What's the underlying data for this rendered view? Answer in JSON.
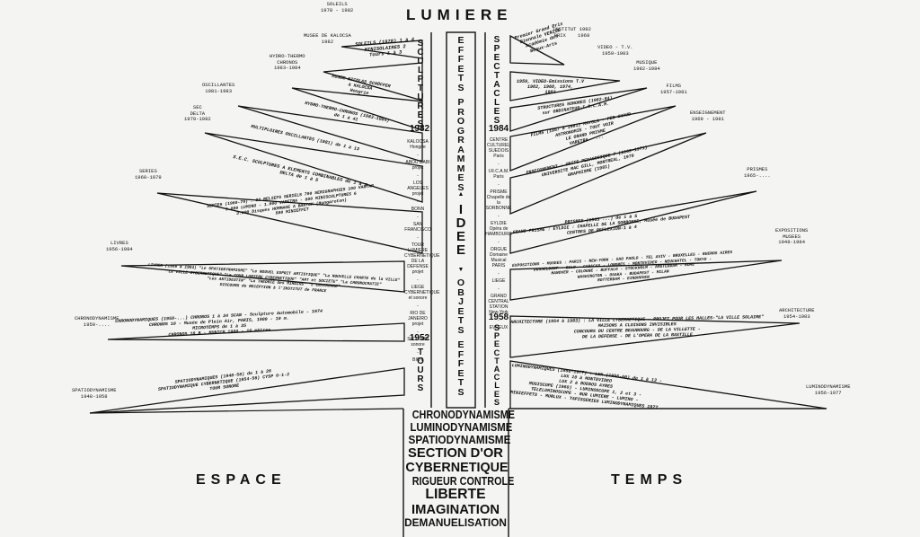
{
  "header": {
    "title": "LUMIERE"
  },
  "footer": {
    "left": "ESPACE",
    "right": "TEMPS"
  },
  "center": {
    "column_top": [
      "E",
      "F",
      "F",
      "E",
      "T",
      "S",
      "",
      "P",
      "R",
      "O",
      "G",
      "R",
      "A",
      "M",
      "M",
      "E",
      "S"
    ],
    "idee": [
      "I",
      "D",
      "E",
      "E"
    ],
    "column_bottom": [
      "O",
      "B",
      "J",
      "E",
      "T",
      "S",
      "",
      "E",
      "F",
      "F",
      "E",
      "T",
      "S"
    ],
    "triangle_up": "▲",
    "triangle_down": "▼"
  },
  "left_column": {
    "sculptures": [
      "S",
      "C",
      "U",
      "L",
      "P",
      "T",
      "U",
      "R",
      "E",
      "S"
    ],
    "tours": [
      "T",
      "O",
      "U",
      "R",
      "S"
    ],
    "year_top": "1982",
    "year_bottom": "1952",
    "places": [
      "KALOCSA Hongrie",
      "ABOU DABI projet",
      "LOS ANGELES projet",
      "BONN",
      "SAN FRANCISCO",
      "TOUR LUMIERE CYBERNETIQUE DE LA DEFENSE projet",
      "LIEGE CYBERNETIQUE et sonore",
      "RIO DE JANEIRO projet",
      "St CLOUD sonore",
      "BIOT"
    ]
  },
  "right_column": {
    "spectacles_top": [
      "S",
      "P",
      "E",
      "C",
      "T",
      "A",
      "C",
      "L",
      "E",
      "S"
    ],
    "spectacles_bottom": [
      "S",
      "P",
      "E",
      "C",
      "T",
      "A",
      "C",
      "L",
      "E",
      "S"
    ],
    "year_top": "1984",
    "year_bottom": "1958",
    "places": [
      "CENTRE CULTUREL SUEDOIS Paris",
      "I.R.C.A.M. Paris",
      "PRISME Chapelle de la SORBONNE",
      "EYLDIE Opéra de HAMBOURG",
      "ORGUE Domaine Musical PARIS",
      "LIEGE",
      "GRAND CENTRAL STATION New-York",
      "EVREUX"
    ]
  },
  "left_branches": [
    {
      "label": "SOLEILS\n1978 - 1982",
      "text": "SOLEILS (1978) 1 à 4\nMINISOLAIRES 2\nTours 1 à 3"
    },
    {
      "label": "MUSEE DE KALOCSA\n1982",
      "text": "MUSEE NICOLAS SCHÖFFER\nà KALOCSA\nHongrie"
    },
    {
      "label": "HYDRO-THERMO\nCHRONOS\n1983-1984",
      "text": "HYDRO-THERMO-CHRONOS (1983-1984)\nde 1 à 41"
    },
    {
      "label": "OSCILLANTES\n1981-1983",
      "text": "MULTIPLOIRES OSCILLANTES (1981) de 1 à 13"
    },
    {
      "label": "SEC\nDELTA\n1979-1982",
      "text": "S.E.C. SCULPTURES A ELEMENTS COMBINABLES de 1 à 5\nDELTA de 1 à 5"
    },
    {
      "label": "SERIES\n1960-1979",
      "text": "SERIES (1960-79) : 32 RELIEFS SERIELS 700 SERIGRAPHIES 100 VARTAP\n9.000 LUMINO - 1.000 VARETRA - 600 MINISCULPTURES 6\n3.000 Disques HOMMAGE A BARTOK (Hungaroton)\n500 MINIEFFET"
    },
    {
      "label": "LIVRES\n1956-1984",
      "text": "LIVRES (1956 à 1984) \"Le SPATIODYNAMISME\" \"Le NOUVEL ESPRIT ARTISTIQUE\" \"La NOUVELLE CHARTE de la VILLE\"\n\"La VILLE CYBERNETIQUE\" \"Le TOUR LUMIERE CYBERNETIQUE\" \"ART et SOCIETE\" \"La CHRONOCRATIE\"\n\"Les ANTIDESTIN\" \"La THEORIE des MIROIRS\" \"L'ENVIRONNE\"\nDISCOURS de RECEPTION à l'INSTITUT de FRANCE"
    },
    {
      "label": "CHRONODYNAMISME\n1959-....",
      "text": "CHRONODYNAMIQUES (1959-...) CHRONOS 1 à 34 SCAN - Sculpture Automobile - 1974\nCHRONOS 10 - Musée de Plein Air, PARIS, 1980 - 10 m.\nMICROTEMPS de 1 à 35\nCHRONOS 10 B - MUNICH 1980 - 16 mètres"
    },
    {
      "label": "SPATIODYNAMISME\n1948-1958",
      "text": "SPATIODYNAMIQUES (1948-58) de 1 à 26\nSPATIODYNAMIQUE CYBERNETIQUE (1954-56) CYSP 0-1-2\nTOUR SONORE"
    }
  ],
  "right_branches": [
    {
      "label": "INSTITUT 1982\nPRIX    1968",
      "text": "Premier Grand Prix\nBiennale VENISE\nAcadémie des\nBeaux-Arts"
    },
    {
      "label": "VIDEO - T.V.\n1959-1983",
      "text": "1959, VIDEO-Emissions T.V\n1982, 1968, 1974,\n1983"
    },
    {
      "label": "MUSIQUE\n1982-1984",
      "text": "STRUCTURES SONORES (1982-84)\nsur ORDINATEUR-I.R.C.A.M."
    },
    {
      "label": "FILMS\n1957-1981",
      "text": "FILMS (1957 à 1981) MAYOLA - FER CHAUD -\nASTRONOMIE - TOUT VOIR\nLE GRAND PRISME\nVARETRA - ..."
    },
    {
      "label": "ENSEIGNEMENT\n1969 - 1981",
      "text": "ENSEIGNEMENT : UNITE PEDAGOGIQUE 7 (1969-1971)\nUNIVERSITE MAC GILL, MONTREAL, 1970\nGRAPHISME (1981)"
    },
    {
      "label": "PRISMES\n1965-....",
      "text": "PRISMES (1965 ...) de 1 à 5\nGRAND PRISME : EYLDIE : CHAPELLE DE LA SORBONNE, Musée de BUDAPEST\nCENTRES DE REFLEXION-1 à 4"
    },
    {
      "label": "EXPOSITIONS\nMUSEES\n1948-1984",
      "text": "EXPOSITIONS - MUSEES : PARIS - NEW-YORK - SAO PAOLO - TEL AVIV - BRUXELLES - BUENOS AIRES\nDUSSELDORF - OSLO - CARACAS - LONDRES - MONTEVIDEO - NEUCHATEL - TOKYO -\nHANOVER - COLOGNE - BUFFALO - STOCKHOLM - AMSTERDAM - ROME\nWASHINGTON - OSAKA - BUDAPEST - MILAN\nROTTERDAM - EINDHOVEN"
    },
    {
      "label": "ARCHITECTURE\n1954-1983",
      "text": "ARCHITECTURE (1954 à 1983) : LA VILLE CYBERNETIQUE - PROJET POUR LES HALLES-\"LA VILLE SOLAIRE\"\nMAISONS A CLOISONS INVISIBLES\nCONCOURS DU CENTRE BEAUBOURG - DE LA VILLETTE -\nDE LA DEFENSE - DE L'OPERA DE LA BASTILLE"
    },
    {
      "label": "LUMINODYNAMISME\n1956-1977",
      "text": "LUMINODYNAMIQUES (1956-1977) : LUX (1956-60) de 1 à 13 -\nLUX 10 à MONTEVIDEO\nLUX 2 à BUENOS AYRES\nMUSISCOPE (1960) - LUMINOSCOPE 1, 2 et 3 -\nTELELUMINOSCOPE - NUR LUMIERE - LUMINO -\nMINIEFFETS - MURLUX - TAPISSERIES LUMINODYNAMIQUES 1977"
    }
  ],
  "trunk": [
    "CHRONODYNAMISME",
    "LUMINODYNAMISME",
    "SPATIODYNAMISME",
    "SECTION D'OR",
    "CYBERNETIQUE",
    "RIGUEUR CONTROLE",
    "LIBERTE",
    "IMAGINATION",
    "DEMANUELISATION"
  ]
}
